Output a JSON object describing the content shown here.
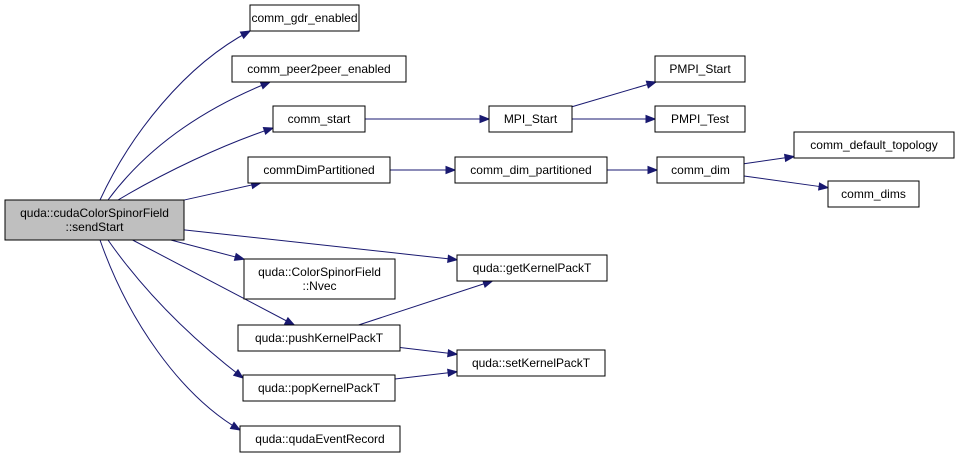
{
  "graph": {
    "nodes": [
      {
        "id": "root",
        "lines": [
          "quda::cudaColorSpinorField",
          "::sendStart"
        ],
        "highlighted": true
      },
      {
        "id": "gdr",
        "lines": [
          "comm_gdr_enabled"
        ]
      },
      {
        "id": "p2p",
        "lines": [
          "comm_peer2peer_enabled"
        ]
      },
      {
        "id": "cstart",
        "lines": [
          "comm_start"
        ]
      },
      {
        "id": "mpistart",
        "lines": [
          "MPI_Start"
        ]
      },
      {
        "id": "pmpistart",
        "lines": [
          "PMPI_Start"
        ]
      },
      {
        "id": "pmpitest",
        "lines": [
          "PMPI_Test"
        ]
      },
      {
        "id": "cdp",
        "lines": [
          "commDimPartitioned"
        ]
      },
      {
        "id": "cdp2",
        "lines": [
          "comm_dim_partitioned"
        ]
      },
      {
        "id": "cdim",
        "lines": [
          "comm_dim"
        ]
      },
      {
        "id": "cdt",
        "lines": [
          "comm_default_topology"
        ]
      },
      {
        "id": "cdims",
        "lines": [
          "comm_dims"
        ]
      },
      {
        "id": "gkpt",
        "lines": [
          "quda::getKernelPackT"
        ]
      },
      {
        "id": "nvec",
        "lines": [
          "quda::ColorSpinorField",
          "::Nvec"
        ]
      },
      {
        "id": "pushk",
        "lines": [
          "quda::pushKernelPackT"
        ]
      },
      {
        "id": "skpt",
        "lines": [
          "quda::setKernelPackT"
        ]
      },
      {
        "id": "popk",
        "lines": [
          "quda::popKernelPackT"
        ]
      },
      {
        "id": "qer",
        "lines": [
          "quda::qudaEventRecord"
        ]
      }
    ],
    "edges": [
      {
        "from": "root",
        "to": "gdr"
      },
      {
        "from": "root",
        "to": "p2p"
      },
      {
        "from": "root",
        "to": "cstart"
      },
      {
        "from": "root",
        "to": "cdp"
      },
      {
        "from": "root",
        "to": "gkpt"
      },
      {
        "from": "root",
        "to": "nvec"
      },
      {
        "from": "root",
        "to": "pushk"
      },
      {
        "from": "root",
        "to": "popk"
      },
      {
        "from": "root",
        "to": "qer"
      },
      {
        "from": "cstart",
        "to": "mpistart"
      },
      {
        "from": "mpistart",
        "to": "pmpistart"
      },
      {
        "from": "mpistart",
        "to": "pmpitest"
      },
      {
        "from": "cdp",
        "to": "cdp2"
      },
      {
        "from": "cdp2",
        "to": "cdim"
      },
      {
        "from": "cdim",
        "to": "cdt"
      },
      {
        "from": "cdim",
        "to": "cdims"
      },
      {
        "from": "pushk",
        "to": "gkpt"
      },
      {
        "from": "pushk",
        "to": "skpt"
      },
      {
        "from": "popk",
        "to": "skpt"
      }
    ],
    "colors": {
      "edge": "#191970",
      "root_fill": "#bfbfbf",
      "node_fill": "#ffffff",
      "border": "#000000"
    }
  }
}
